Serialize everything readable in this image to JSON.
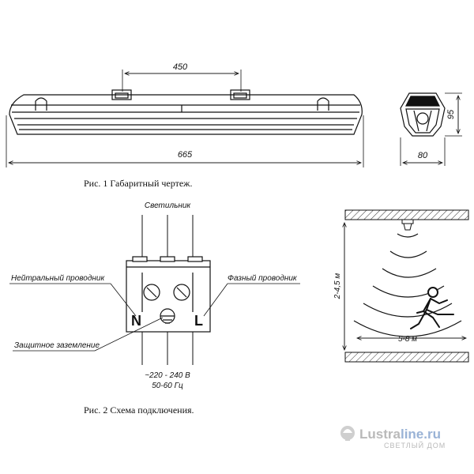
{
  "figure1": {
    "dim_top": "450",
    "dim_length": "665",
    "dim_height": "95",
    "dim_width": "80",
    "caption": "Рис. 1  Габаритный чертеж."
  },
  "figure2": {
    "label_luminaire": "Светильник",
    "label_neutral": "Нейтральный проводник",
    "label_phase": "Фазный проводник",
    "label_ground": "Защитное заземление",
    "terminal_n": "N",
    "terminal_l": "L",
    "supply_voltage": "~220 - 240 В",
    "supply_freq": "50-60 Гц",
    "caption": "Рис. 2  Схема подключения."
  },
  "sensor": {
    "height_label": "2-4,5 м",
    "range_label": "5-8 м"
  },
  "watermark": {
    "brand_dark": "Lustra",
    "brand_blue": "line.ru",
    "tagline": "СВЕТЛЫЙ ДОМ",
    "brand_color": "#9ab3d6"
  }
}
